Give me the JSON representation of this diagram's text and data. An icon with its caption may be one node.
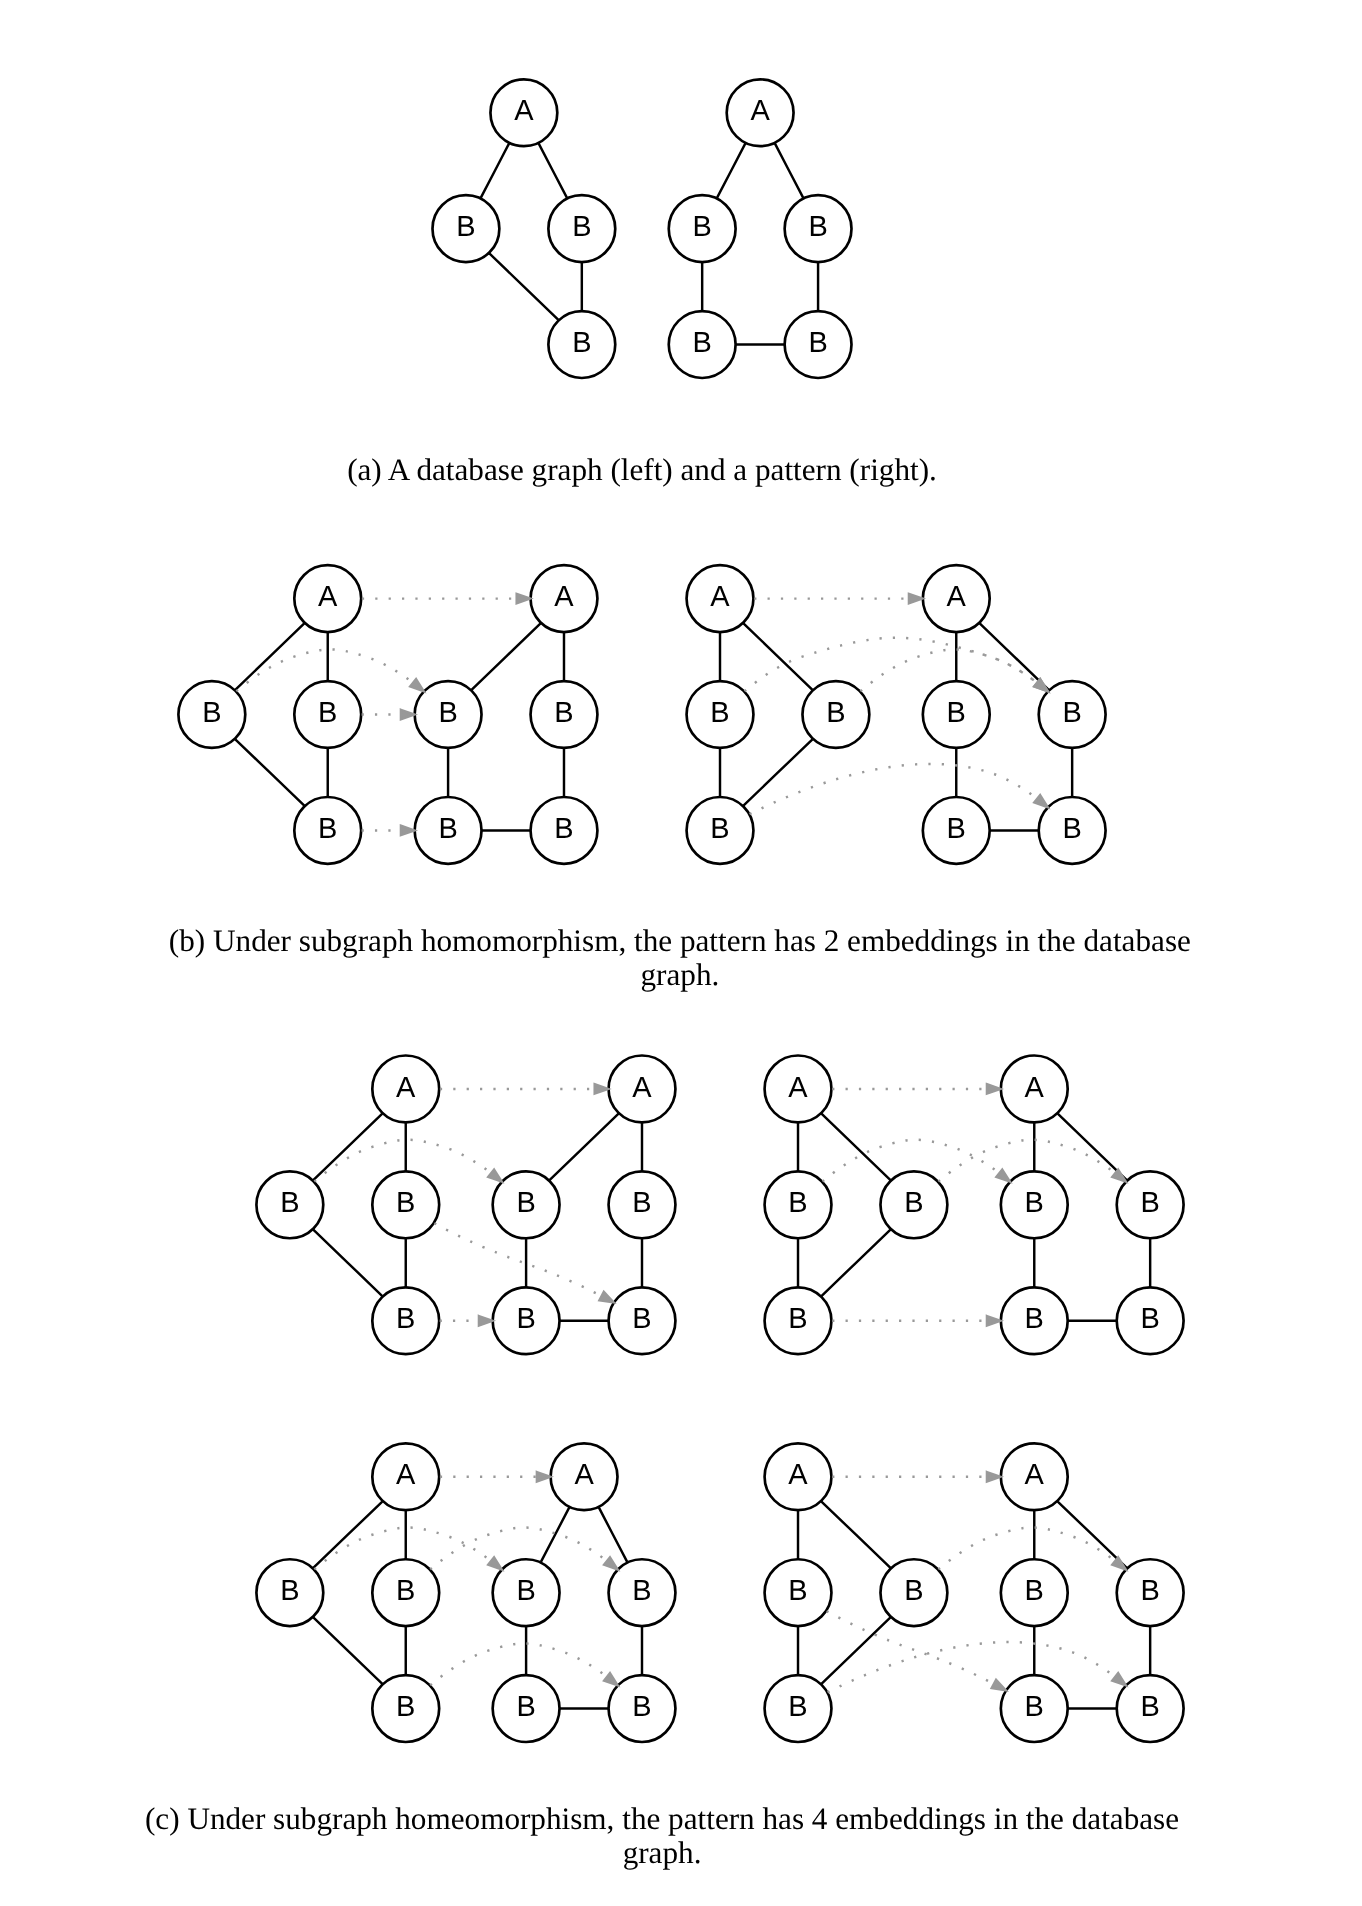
{
  "diagram": {
    "nodes": [
      {
        "text": [
          "A"
        ]
      },
      {
        "text": [
          "B"
        ]
      },
      {
        "text": [
          "B"
        ]
      },
      {
        "text": [
          "B"
        ]
      },
      {
        "text": [
          "B"
        ]
      },
      {
        "text": [
          "A"
        ]
      },
      {
        "text": [
          "B"
        ]
      },
      {
        "text": [
          "B"
        ]
      },
      {
        "text": [
          "B"
        ]
      },
      {
        "text": [
          "A"
        ]
      },
      {
        "text": [
          "B"
        ]
      },
      {
        "text": [
          "B"
        ]
      },
      {
        "text": [
          "B"
        ]
      },
      {
        "text": [
          "B"
        ]
      },
      {
        "text": [
          "A"
        ]
      },
      {
        "text": [
          "B"
        ]
      },
      {
        "text": [
          "B"
        ]
      },
      {
        "text": [
          "B"
        ]
      },
      {
        "text": [
          "A"
        ]
      },
      {
        "text": [
          "B"
        ]
      },
      {
        "text": [
          "B"
        ]
      },
      {
        "text": [
          "B"
        ]
      },
      {
        "text": [
          "B"
        ]
      },
      {
        "text": [
          "A"
        ]
      },
      {
        "text": [
          "B"
        ]
      },
      {
        "text": [
          "B"
        ]
      },
      {
        "text": [
          "B"
        ]
      },
      {
        "text": [
          "A"
        ]
      },
      {
        "text": [
          "B"
        ]
      },
      {
        "text": [
          "B"
        ]
      },
      {
        "text": [
          "B"
        ]
      },
      {
        "text": [
          "B"
        ]
      },
      {
        "text": [
          "A"
        ]
      },
      {
        "text": [
          "B"
        ]
      },
      {
        "text": [
          "B"
        ]
      },
      {
        "text": [
          "B"
        ]
      },
      {
        "text": [
          "A"
        ]
      },
      {
        "text": [
          "B"
        ]
      },
      {
        "text": [
          "B"
        ]
      },
      {
        "text": [
          "B"
        ]
      },
      {
        "text": [
          "B"
        ]
      },
      {
        "text": [
          "A"
        ]
      },
      {
        "text": [
          "B"
        ]
      },
      {
        "text": [
          "B"
        ]
      },
      {
        "text": [
          "B"
        ]
      },
      {
        "text": [
          "A"
        ]
      },
      {
        "text": [
          "B"
        ]
      },
      {
        "text": [
          "B"
        ]
      },
      {
        "text": [
          "B"
        ]
      },
      {
        "text": [
          "B"
        ]
      },
      {
        "text": [
          "A"
        ]
      },
      {
        "text": [
          "B"
        ]
      },
      {
        "text": [
          "B"
        ]
      },
      {
        "text": [
          "B"
        ]
      },
      {
        "text": [
          "A"
        ]
      },
      {
        "text": [
          "B"
        ]
      },
      {
        "text": [
          "B"
        ]
      },
      {
        "text": [
          "B"
        ]
      },
      {
        "text": [
          "B"
        ]
      },
      {
        "text": [
          "A"
        ]
      },
      {
        "text": [
          "B"
        ]
      },
      {
        "text": [
          "B"
        ]
      },
      {
        "text": [
          "B"
        ]
      }
    ],
    "edges": [
      {
        "from": 0,
        "to": 1,
        "arrow": "none"
      },
      {
        "from": 0,
        "to": 2,
        "arrow": "none"
      },
      {
        "from": 1,
        "to": 3,
        "arrow": "none"
      },
      {
        "from": 2,
        "to": 4,
        "arrow": "none"
      },
      {
        "from": 3,
        "to": 4,
        "arrow": "none"
      },
      {
        "from": 5,
        "to": 6,
        "arrow": "none"
      },
      {
        "from": 5,
        "to": 7,
        "arrow": "none"
      },
      {
        "from": 6,
        "to": 8,
        "arrow": "none"
      },
      {
        "from": 7,
        "to": 8,
        "arrow": "none"
      },
      {
        "from": 9,
        "to": 10,
        "arrow": "none"
      },
      {
        "from": 9,
        "to": 11,
        "arrow": "none"
      },
      {
        "from": 10,
        "to": 12,
        "arrow": "none"
      },
      {
        "from": 11,
        "to": 13,
        "arrow": "none"
      },
      {
        "from": 12,
        "to": 13,
        "arrow": "none"
      },
      {
        "from": 14,
        "to": 15,
        "arrow": "none"
      },
      {
        "from": 14,
        "to": 16,
        "arrow": "none"
      },
      {
        "from": 15,
        "to": 17,
        "arrow": "none"
      },
      {
        "from": 16,
        "to": 17,
        "arrow": "none"
      },
      {
        "from": 14,
        "to": 9,
        "arrow": "to",
        "style": "dashed",
        "color": "#999999"
      },
      {
        "from": 15,
        "to": 10,
        "arrow": "to",
        "style": "dashed",
        "color": "#999999"
      },
      {
        "from": 16,
        "to": 10,
        "arrow": "to",
        "style": "dashed",
        "color": "#999999"
      },
      {
        "from": 17,
        "to": 12,
        "arrow": "to",
        "style": "dashed",
        "color": "#999999"
      },
      {
        "from": 18,
        "to": 19,
        "arrow": "none"
      },
      {
        "from": 18,
        "to": 20,
        "arrow": "none"
      },
      {
        "from": 19,
        "to": 21,
        "arrow": "none"
      },
      {
        "from": 20,
        "to": 22,
        "arrow": "none"
      },
      {
        "from": 21,
        "to": 22,
        "arrow": "none"
      },
      {
        "from": 23,
        "to": 24,
        "arrow": "none"
      },
      {
        "from": 23,
        "to": 25,
        "arrow": "none"
      },
      {
        "from": 24,
        "to": 26,
        "arrow": "none"
      },
      {
        "from": 25,
        "to": 26,
        "arrow": "none"
      },
      {
        "from": 23,
        "to": 18,
        "arrow": "to",
        "style": "dashed",
        "color": "#999999"
      },
      {
        "from": 24,
        "to": 20,
        "arrow": "to",
        "style": "dashed",
        "color": "#999999"
      },
      {
        "from": 25,
        "to": 20,
        "arrow": "to",
        "style": "dashed",
        "color": "#999999"
      },
      {
        "from": 26,
        "to": 22,
        "arrow": "to",
        "style": "dashed",
        "color": "#999999"
      },
      {
        "from": 27,
        "to": 28,
        "arrow": "none"
      },
      {
        "from": 27,
        "to": 29,
        "arrow": "none"
      },
      {
        "from": 28,
        "to": 30,
        "arrow": "none"
      },
      {
        "from": 29,
        "to": 31,
        "arrow": "none"
      },
      {
        "from": 30,
        "to": 31,
        "arrow": "none"
      },
      {
        "from": 32,
        "to": 33,
        "arrow": "none"
      },
      {
        "from": 32,
        "to": 34,
        "arrow": "none"
      },
      {
        "from": 33,
        "to": 35,
        "arrow": "none"
      },
      {
        "from": 34,
        "to": 35,
        "arrow": "none"
      },
      {
        "from": 32,
        "to": 27,
        "arrow": "to",
        "style": "dashed",
        "color": "#999999"
      },
      {
        "from": 33,
        "to": 28,
        "arrow": "to",
        "style": "dashed",
        "color": "#999999"
      },
      {
        "from": 34,
        "to": 31,
        "arrow": "to",
        "style": "dashed",
        "color": "#999999"
      },
      {
        "from": 35,
        "to": 30,
        "arrow": "to",
        "style": "dashed",
        "color": "#999999"
      },
      {
        "from": 36,
        "to": 37,
        "arrow": "none"
      },
      {
        "from": 36,
        "to": 38,
        "arrow": "none"
      },
      {
        "from": 37,
        "to": 39,
        "arrow": "none"
      },
      {
        "from": 38,
        "to": 40,
        "arrow": "none"
      },
      {
        "from": 39,
        "to": 40,
        "arrow": "none"
      },
      {
        "from": 41,
        "to": 42,
        "arrow": "none"
      },
      {
        "from": 41,
        "to": 43,
        "arrow": "none"
      },
      {
        "from": 42,
        "to": 44,
        "arrow": "none"
      },
      {
        "from": 43,
        "to": 44,
        "arrow": "none"
      },
      {
        "from": 41,
        "to": 36,
        "arrow": "to",
        "style": "dashed",
        "color": "#999999"
      },
      {
        "from": 42,
        "to": 37,
        "arrow": "to",
        "style": "dashed",
        "color": "#999999"
      },
      {
        "from": 43,
        "to": 38,
        "arrow": "to",
        "style": "dashed",
        "color": "#999999"
      },
      {
        "from": 44,
        "to": 39,
        "arrow": "to",
        "style": "dashed",
        "color": "#999999"
      },
      {
        "from": 45,
        "to": 46,
        "arrow": "none"
      },
      {
        "from": 45,
        "to": 47,
        "arrow": "none"
      },
      {
        "from": 46,
        "to": 48,
        "arrow": "none"
      },
      {
        "from": 47,
        "to": 49,
        "arrow": "none"
      },
      {
        "from": 48,
        "to": 49,
        "arrow": "none"
      },
      {
        "from": 50,
        "to": 51,
        "arrow": "none"
      },
      {
        "from": 50,
        "to": 52,
        "arrow": "none"
      },
      {
        "from": 51,
        "to": 53,
        "arrow": "none"
      },
      {
        "from": 52,
        "to": 53,
        "arrow": "none"
      },
      {
        "from": 50,
        "to": 45,
        "arrow": "to",
        "style": "dashed",
        "color": "#999999"
      },
      {
        "from": 51,
        "to": 46,
        "arrow": "to",
        "style": "dashed",
        "color": "#999999"
      },
      {
        "from": 52,
        "to": 47,
        "arrow": "to",
        "style": "dashed",
        "color": "#999999"
      },
      {
        "from": 53,
        "to": 49,
        "arrow": "to",
        "style": "dashed",
        "color": "#999999"
      },
      {
        "from": 54,
        "to": 55,
        "arrow": "none"
      },
      {
        "from": 54,
        "to": 56,
        "arrow": "none"
      },
      {
        "from": 55,
        "to": 57,
        "arrow": "none"
      },
      {
        "from": 56,
        "to": 58,
        "arrow": "none"
      },
      {
        "from": 57,
        "to": 58,
        "arrow": "none"
      },
      {
        "from": 59,
        "to": 60,
        "arrow": "none"
      },
      {
        "from": 59,
        "to": 61,
        "arrow": "none"
      },
      {
        "from": 60,
        "to": 62,
        "arrow": "none"
      },
      {
        "from": 61,
        "to": 62,
        "arrow": "none"
      },
      {
        "from": 59,
        "to": 54,
        "arrow": "to",
        "style": "dashed",
        "color": "#999999"
      },
      {
        "from": 60,
        "to": 57,
        "arrow": "to",
        "style": "dashed",
        "color": "#999999"
      },
      {
        "from": 61,
        "to": 56,
        "arrow": "to",
        "style": "dashed",
        "color": "#999999"
      },
      {
        "from": 62,
        "to": 58,
        "arrow": "to",
        "style": "dashed",
        "color": "#999999"
      }
    ],
    "labels": [
      "(a) A database graph (left) and a pattern (right).",
      "(b) Under subgraph homomorphism, the pattern has 2 embeddings in the database graph.",
      "(c) Under subgraph homeomorphism, the pattern has 4 embeddings in the database graph."
    ]
  }
}
